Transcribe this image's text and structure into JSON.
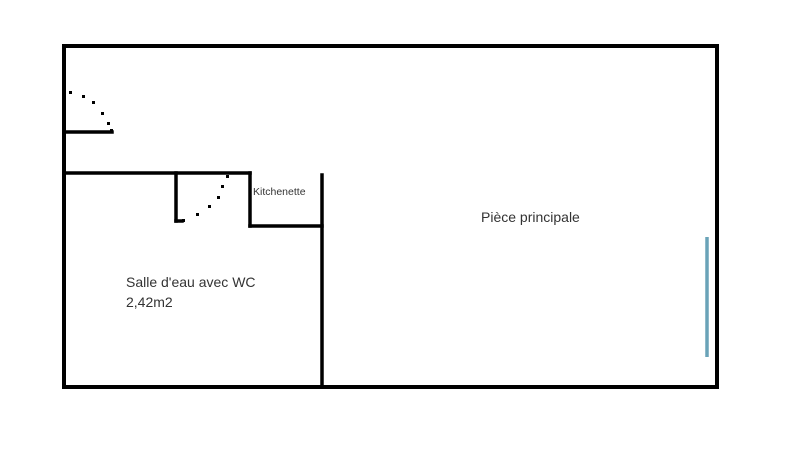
{
  "floor_plan": {
    "rooms": [
      {
        "name": "kitchenette",
        "label": "Kitchenette"
      },
      {
        "name": "bathroom",
        "label": "Salle d'eau avec WC",
        "area": "2,42m2"
      },
      {
        "name": "main-room",
        "label": "Pièce principale"
      }
    ],
    "colors": {
      "wall": "#000000",
      "window": "#6aa3b8",
      "text": "#333333",
      "background": "#ffffff"
    }
  }
}
